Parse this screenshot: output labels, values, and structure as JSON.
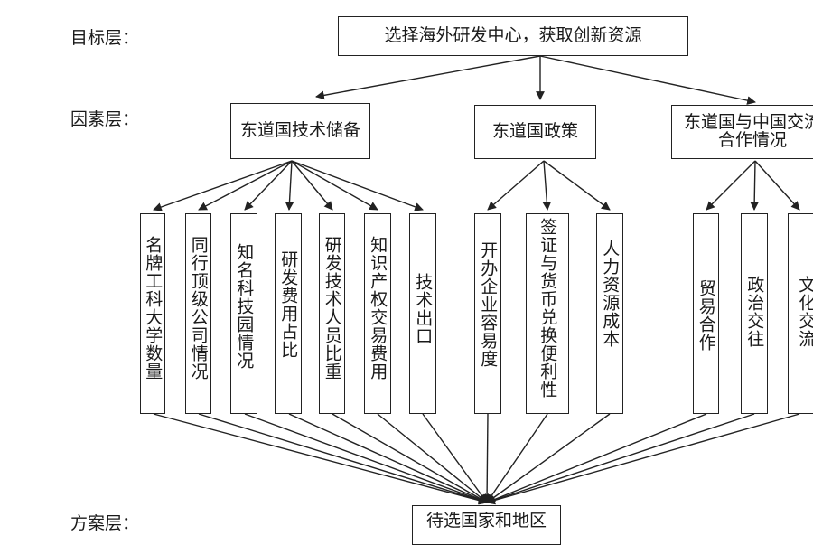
{
  "levels": {
    "goal": "目标层：",
    "factor": "因素层：",
    "alternative": "方案层："
  },
  "goal": "选择海外研发中心，获取创新资源",
  "factors": [
    {
      "label": "东道国技术储备",
      "subfactors": [
        "名牌工科大学数量",
        "同行顶级公司情况",
        "知名科技园情况",
        "研发费用占比",
        "研发技术人员比重",
        "知识产权交易费用",
        "技术出口"
      ]
    },
    {
      "label": "东道国政策",
      "subfactors": [
        "开办企业容易度",
        "签证与货币兑换便利性",
        "人力资源成本"
      ]
    },
    {
      "label": "东道国与中国交流合作情况",
      "subfactors": [
        "贸易合作",
        "政治交往",
        "文化交流"
      ]
    }
  ],
  "alternative": "待选国家和地区"
}
